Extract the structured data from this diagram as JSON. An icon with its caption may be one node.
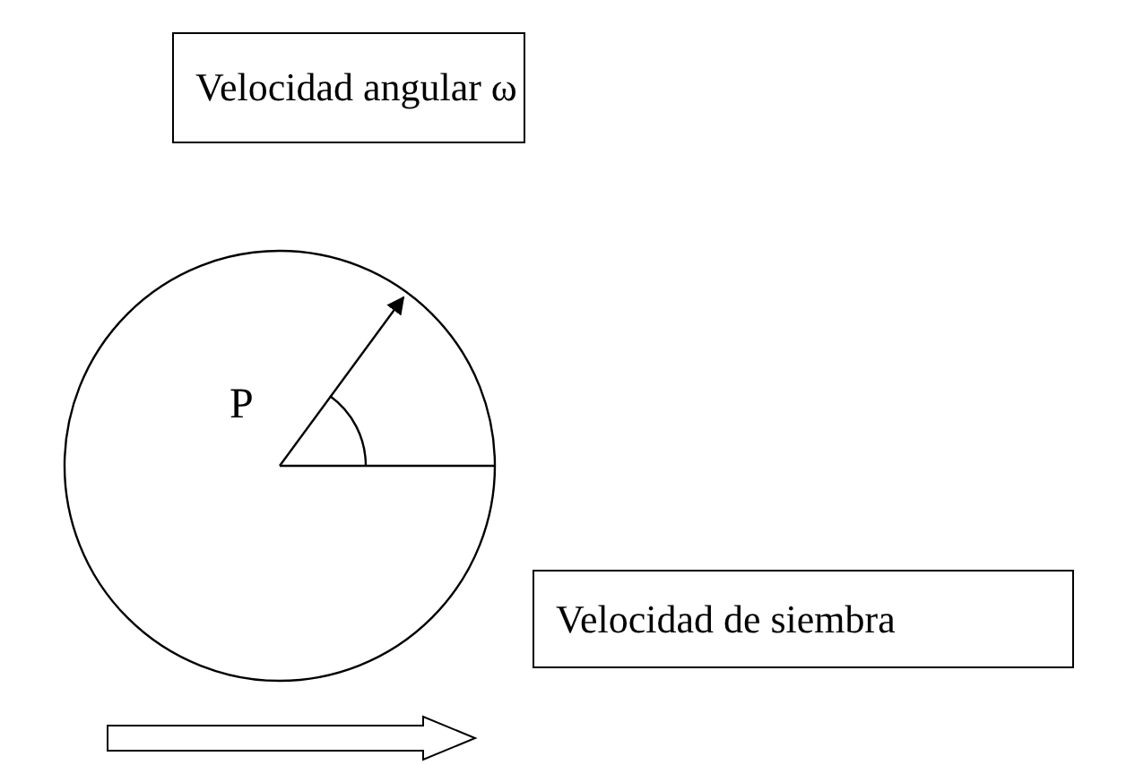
{
  "diagram": {
    "nodes": [
      {
        "text": [
          "Velocidad angular ω"
        ]
      },
      {
        "text": [
          "Velocidad de siembra"
        ]
      }
    ],
    "labels": [
      "P"
    ]
  }
}
